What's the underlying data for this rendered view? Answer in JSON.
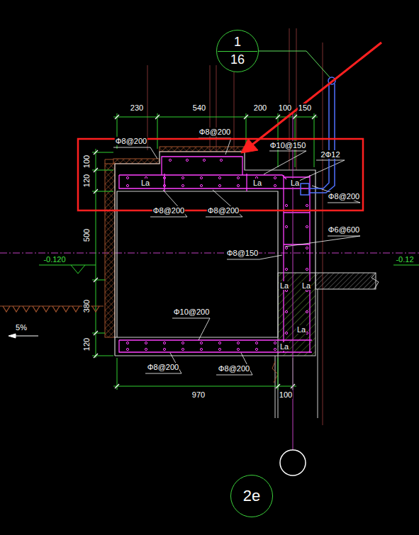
{
  "diagram": {
    "nodes": [
      {
        "text": [
          "1",
          "16"
        ]
      },
      {
        "text": [
          "2e"
        ]
      }
    ],
    "labels": [
      "230",
      "540",
      "200",
      "100",
      "150",
      "Φ8@200",
      "Φ8@200",
      "Φ10@150",
      "2Φ12",
      "100",
      "120",
      "La",
      "La",
      "La",
      "Φ8@200",
      "Φ8@200",
      "Φ8@200",
      "Φ6@600",
      "500",
      "Φ8@150",
      "-0.120",
      "-0.12",
      "380",
      "La",
      "La",
      "5%",
      "Φ10@200",
      "La",
      "120",
      "La",
      "Φ8@200",
      "Φ8@200",
      "970",
      "100"
    ]
  }
}
